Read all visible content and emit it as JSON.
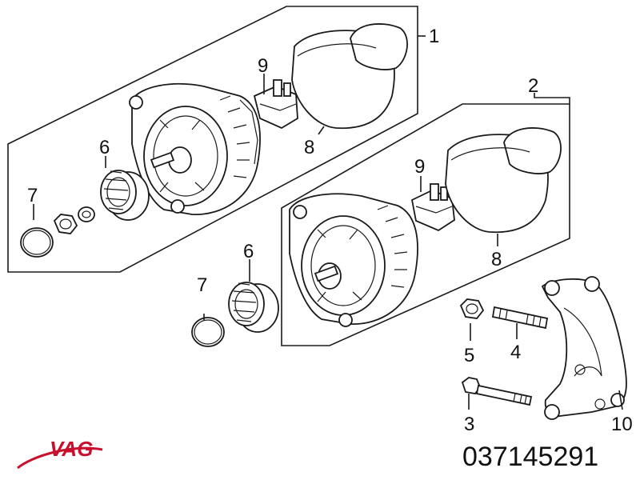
{
  "brand": {
    "name": "VAG",
    "color": "#c8102e"
  },
  "part_number": "037145291",
  "callouts": {
    "c1": "1",
    "c2": "2",
    "c3": "3",
    "c4": "4",
    "c5": "5",
    "c6a": "6",
    "c6b": "6",
    "c7a": "7",
    "c7b": "7",
    "c8a": "8",
    "c8b": "8",
    "c9a": "9",
    "c9b": "9",
    "c10": "10"
  }
}
